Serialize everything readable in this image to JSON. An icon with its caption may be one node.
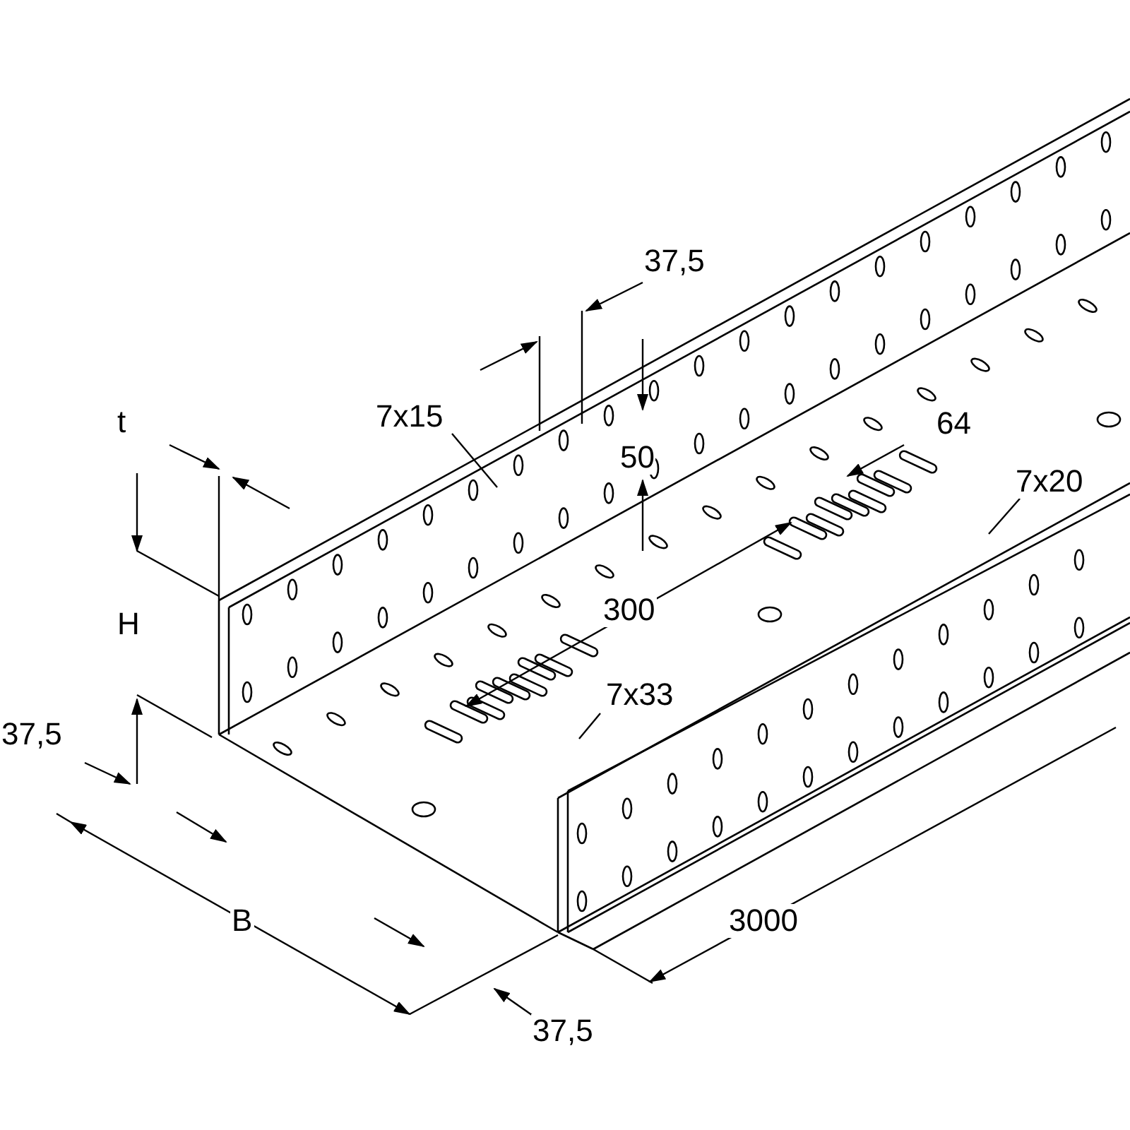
{
  "diagram": {
    "nodes": [
      {
        "text": [
          "7x15"
        ]
      },
      {
        "text": [
          "7x33"
        ]
      },
      {
        "text": [
          "7x20"
        ]
      }
    ],
    "edges": [
      {
        "from": 0,
        "to": null,
        "arrow": "none"
      },
      {
        "from": 1,
        "to": null,
        "arrow": "none"
      },
      {
        "from": 2,
        "to": null,
        "arrow": "none"
      }
    ],
    "labels": [
      "37,5",
      "t",
      "64",
      "50",
      "300",
      "H",
      "37,5",
      "B",
      "3000",
      "37,5"
    ]
  }
}
